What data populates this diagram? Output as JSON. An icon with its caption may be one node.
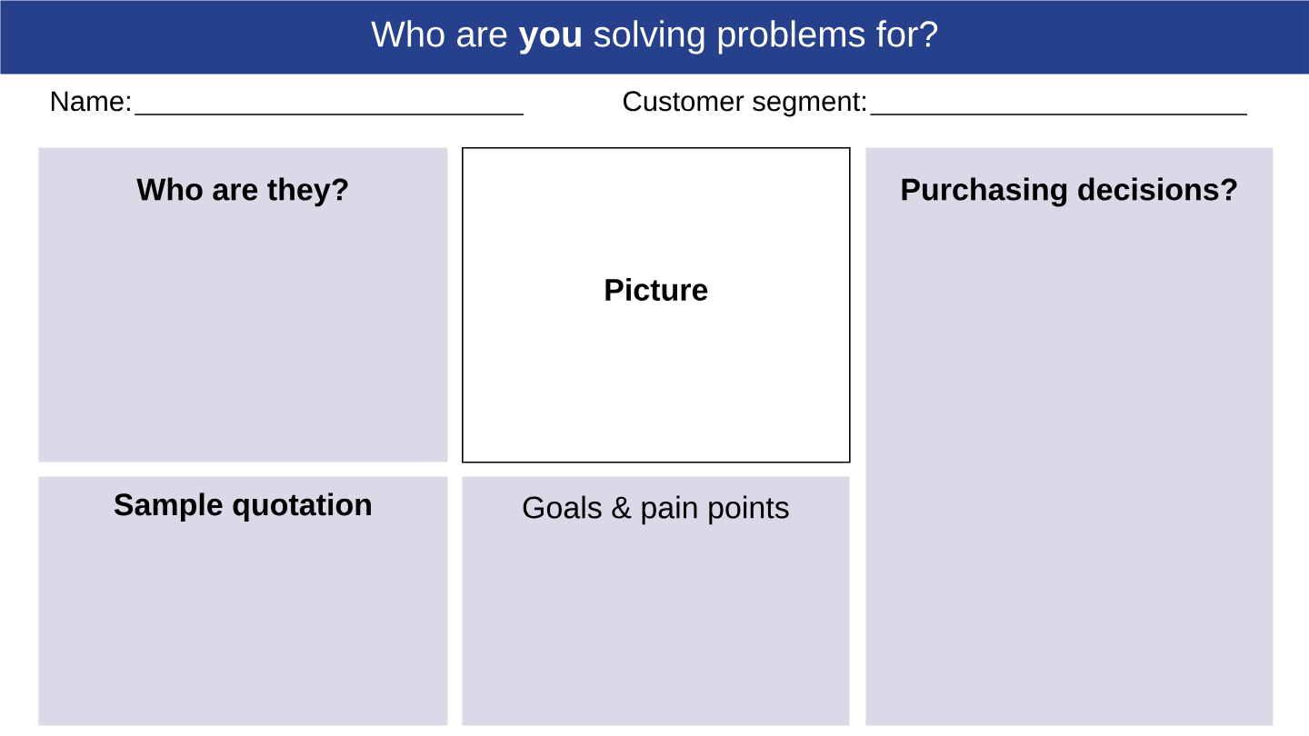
{
  "diagram": {
    "title": "Who are **you** solving problems for?",
    "nodes": [
      {
        "text": [
          "Who are they?"
        ]
      },
      {
        "text": [
          "Picture"
        ]
      },
      {
        "text": [
          "Purchasing decisions?"
        ]
      },
      {
        "text": [
          "Sample quotation"
        ]
      },
      {
        "text": [
          "Goals & pain points"
        ]
      }
    ],
    "labels": [
      "Name:",
      "Customer segment:"
    ]
  }
}
